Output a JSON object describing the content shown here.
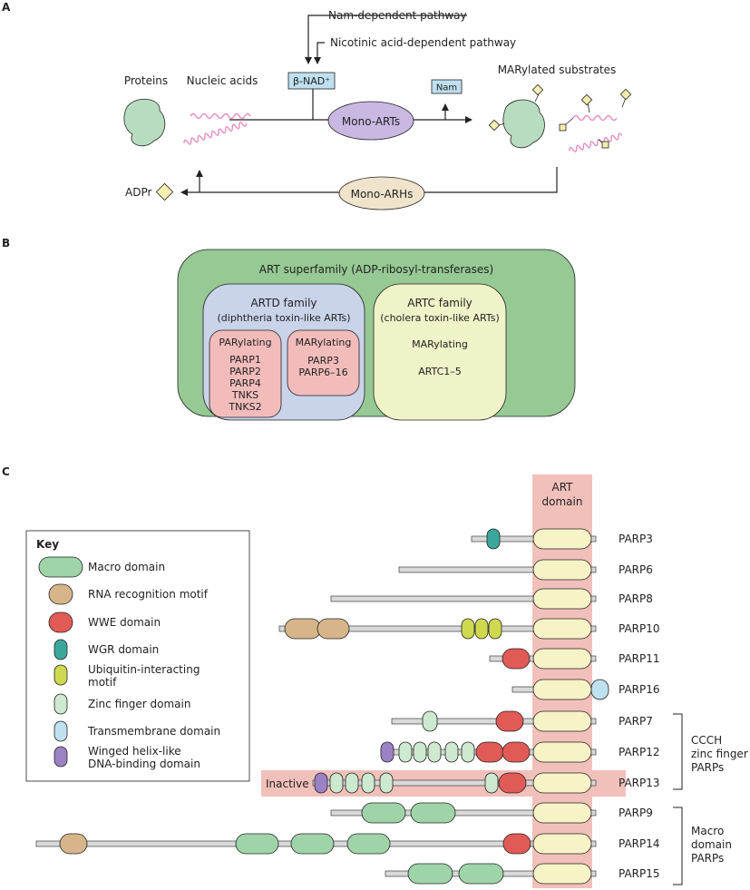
{
  "panel_a": {
    "label": "A",
    "nam_pathway": "Nam-dependent pathway",
    "nicotinic_pathway": "Nicotinic acid-dependent pathway",
    "nad": "β-NAD⁺",
    "nam": "Nam",
    "proteins": "Proteins",
    "nucleic_acids": "Nucleic acids",
    "mono_arts": "Mono-ARTs",
    "marylated_substrates": "MARylated substrates",
    "mono_arhs": "Mono-ARHs",
    "adpr": "ADPr"
  },
  "panel_b": {
    "label": "B",
    "superfamily": "ART superfamily (ADP-ribosyl-transferases)",
    "artd_title": "ARTD family",
    "artd_subtitle": "(diphtheria toxin-like ARTs)",
    "parylating_title": "PARylating",
    "parylating_members": [
      "PARP1",
      "PARP2",
      "PARP4",
      "TNKS",
      "TNKS2"
    ],
    "marylating_title": "MARylating",
    "marylating_members": [
      "PARP3",
      "PARP6–16"
    ],
    "artc_title": "ARTC family",
    "artc_subtitle": "(cholera toxin-like ARTs)",
    "artc_marylating": "MARylating",
    "artc_members": "ARTC1–5"
  },
  "panel_c": {
    "label": "C",
    "art_domain_line1": "ART",
    "art_domain_line2": "domain",
    "inactive": "Inactive",
    "key": {
      "title": "Key",
      "items": [
        {
          "label": "Macro domain",
          "color": "#9fd4a9"
        },
        {
          "label": "RNA recognition motif",
          "color": "#d6b58a"
        },
        {
          "label": "WWE domain",
          "color": "#e25a55"
        },
        {
          "label": "WGR domain",
          "color": "#3aa79c"
        },
        {
          "label": "Ubiquitin-interacting",
          "label2": "motif",
          "color": "#cfd94f"
        },
        {
          "label": "Zinc finger domain",
          "color": "#cde9cf"
        },
        {
          "label": "Transmembrane domain",
          "color": "#bfe0ef"
        },
        {
          "label": "Winged helix-like",
          "label2": "DNA-binding domain",
          "color": "#9a82c4"
        }
      ]
    },
    "proteins": [
      "PARP3",
      "PARP6",
      "PARP8",
      "PARP10",
      "PARP11",
      "PARP16",
      "PARP7",
      "PARP12",
      "PARP13",
      "PARP9",
      "PARP14",
      "PARP15"
    ],
    "groups": [
      {
        "lines": [
          "CCCH",
          "zinc finger",
          "PARPs"
        ]
      },
      {
        "lines": [
          "Macro",
          "domain",
          "PARPs"
        ]
      }
    ]
  },
  "colors": {
    "nad_box": "#bfe0ef",
    "mono_arts": "#c9b8e2",
    "mono_arhs": "#efe3cc",
    "protein_blob": "#b8dcbf",
    "rna": "#e58cc0",
    "adpr_diamond": "#f7eeb0",
    "superfamily": "#96c993",
    "artd": "#c9d3ea",
    "artd_inner": "#f2bcbb",
    "artc": "#f0f2c8",
    "art_domain_band": "#f2c0bb",
    "art_domain": "#f6f3c6"
  }
}
